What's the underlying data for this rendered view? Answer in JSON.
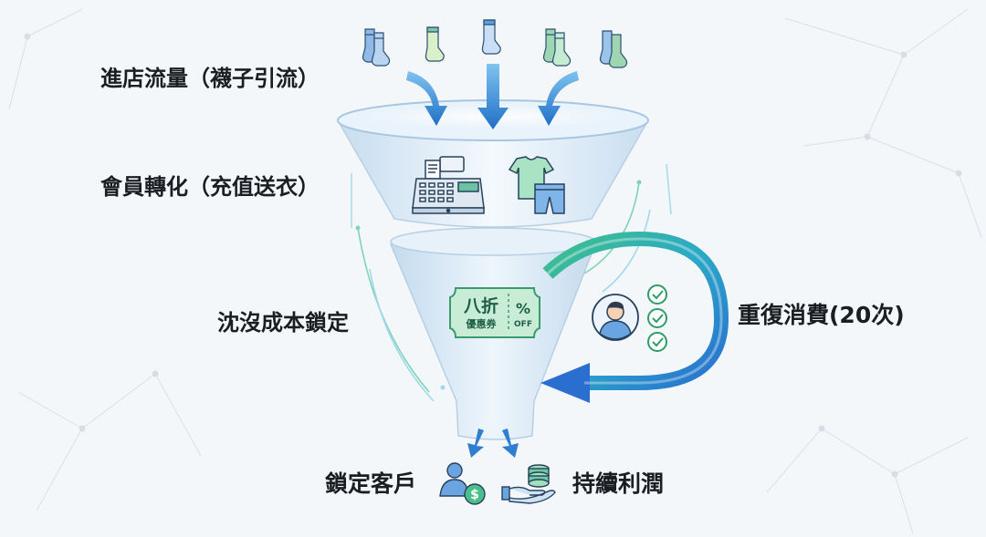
{
  "labels": {
    "stage1": "進店流量（襪子引流）",
    "stage2": "會員轉化（充值送衣）",
    "stage3": "沈沒成本鎖定",
    "repeat": "重復消費(20次)",
    "lock_customer": "鎖定客戶",
    "profit": "持續利潤"
  },
  "coupon": {
    "title": "八折",
    "subtitle": "優惠券",
    "percent": "%",
    "off": "OFF"
  },
  "icons": {
    "socks": "sock-icon",
    "register": "cash-register-icon",
    "clothes": "clothing-icon",
    "coupon": "coupon-icon",
    "customer": "customer-avatar-icon",
    "checks": "checkmark-icon",
    "locked_customer": "customer-dollar-icon",
    "profit": "coins-hand-icon"
  },
  "colors": {
    "accent_blue": "#2f7ed0",
    "accent_green": "#3fb67f",
    "funnel": "#d6e9f7",
    "text": "#1a1d22"
  }
}
